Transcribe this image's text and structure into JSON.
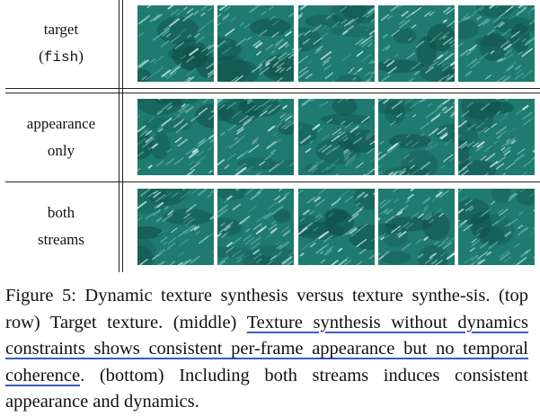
{
  "rows": [
    {
      "label_line1": "target",
      "label_line2_prefix": "(",
      "label_line2_mono": "fish",
      "label_line2_suffix": ")"
    },
    {
      "label_line1": "appearance",
      "label_line2": "only"
    },
    {
      "label_line1": "both",
      "label_line2": "streams"
    }
  ],
  "colors": {
    "water_base": "#1f7a70",
    "water_dark": "#0f4a44",
    "water_light": "#5fb3a6",
    "highlight": "#cfeee6",
    "underline": "#3b5bc9"
  },
  "caption": {
    "part1": "Figure 5: Dynamic texture synthesis versus texture synthe-sis.  (top row) Target texture.  (middle) ",
    "underlined": "Texture synthesis without dynamics constraints shows consistent per-frame appearance but no temporal coherence",
    "part2": ".  (bottom) Including both streams induces consistent appearance and dynamics."
  }
}
